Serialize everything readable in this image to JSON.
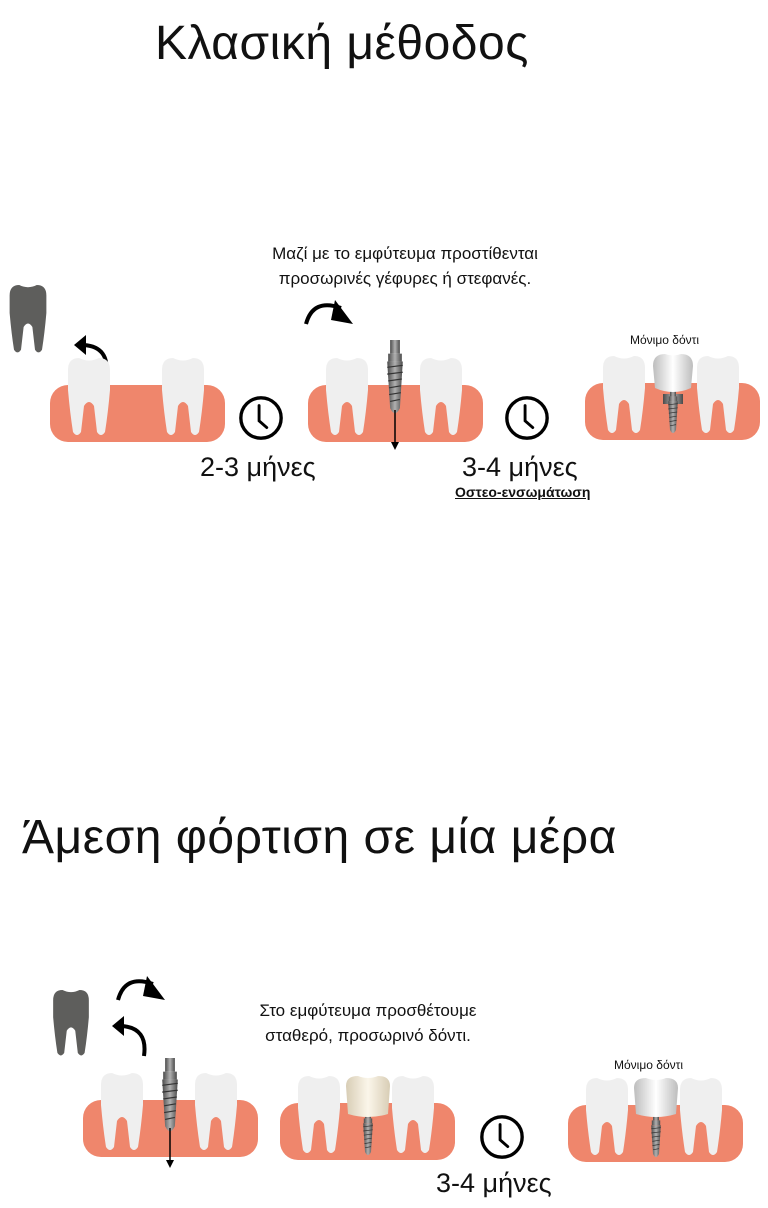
{
  "classic": {
    "title": "Κλασική μέθοδος",
    "caption_line1": "Μαζί με το εμφύτευμα προστίθενται",
    "caption_line2": "προσωρινές γέφυρες ή στεφανές.",
    "duration1": "2-3 μήνες",
    "duration2": "3-4 μήνες",
    "osseointegration": "Οστεο-ενσωμάτωση",
    "permanent_label": "Μόνιμο δόντι"
  },
  "immediate": {
    "title": "Άμεση φόρτιση σε μία μέρα",
    "caption_line1": "Στο εμφύτευμα προσθέτουμε",
    "caption_line2": "σταθερό, προσωρινό δόντι.",
    "duration": "3-4 μήνες",
    "permanent_label": "Μόνιμο δόντι"
  },
  "colors": {
    "gum": "#ef866c",
    "tooth": "#efefef",
    "extracted_tooth": "#5e5e5c",
    "implant": "#6b6b6b",
    "crown_silver": "#dcdcdc",
    "crown_ivory": "#eee5d3"
  }
}
